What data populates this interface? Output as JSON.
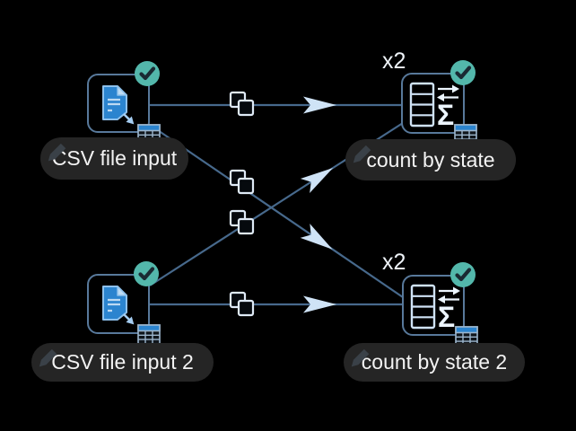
{
  "canvas": {
    "background": "#000000"
  },
  "colors": {
    "bg": "#000000",
    "edge": "#47698c",
    "node-border": "#58799b",
    "arrow": "#cfe3f6",
    "copy-stroke": "#dfeaf6",
    "pill-bg": "#252525",
    "label": "#f3f3f3",
    "mult": "#eef3f8",
    "success": "#53b7ab",
    "accent-blue": "#2b84cf",
    "icon-light": "#cfe2f5",
    "pencil": "#3a4148"
  },
  "icons": {
    "sigma_glyph": "Σ",
    "status_icon": "check-circle",
    "edge_badge_icon": "copy",
    "edit_icon": "pencil",
    "port_icon": "table-grid",
    "csv_node_icon": "document-to-table",
    "count_node_icon": "table-swap-arrows-sigma"
  },
  "nodes": [
    {
      "id": "csv-file-input",
      "label": "CSV file input",
      "status": "executed"
    },
    {
      "id": "count-by-state",
      "label": "count by state",
      "status": "executed",
      "multiplier": "x2"
    },
    {
      "id": "csv-file-input-2",
      "label": "CSV file input 2",
      "status": "executed"
    },
    {
      "id": "count-by-state-2",
      "label": "count by state 2",
      "status": "executed",
      "multiplier": "x2"
    }
  ],
  "connections": [
    {
      "from": "csv-file-input",
      "to": "count-by-state",
      "badge": "copy"
    },
    {
      "from": "csv-file-input",
      "to": "count-by-state-2",
      "badge": "copy"
    },
    {
      "from": "csv-file-input-2",
      "to": "count-by-state",
      "badge": "copy"
    },
    {
      "from": "csv-file-input-2",
      "to": "count-by-state-2",
      "badge": "copy"
    }
  ]
}
